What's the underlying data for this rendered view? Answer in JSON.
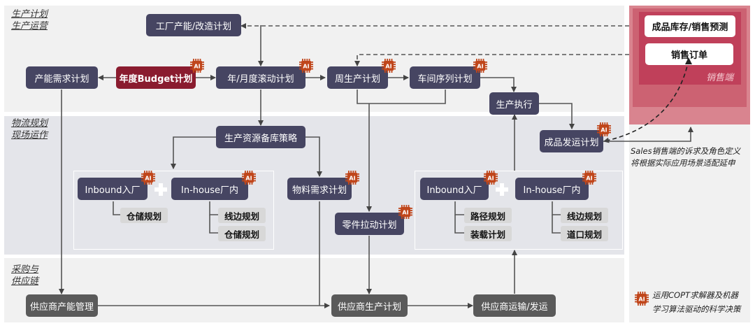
{
  "bands": [
    {
      "label_line1": "生产计划",
      "label_line2": "生产运营"
    },
    {
      "label_line1": "物流规划",
      "label_line2": "现场运作"
    },
    {
      "label_line1": "采购与",
      "label_line2": "供应链"
    }
  ],
  "nodes": {
    "factory_capacity": "工厂产能/改造计划",
    "capacity_demand": "产能需求计划",
    "annual_budget": "年度Budget计划",
    "rolling_plan": "年/月度滚动计划",
    "weekly_plan": "周生产计划",
    "workshop_sequence": "车间序列计划",
    "production_exec": "生产执行",
    "finished_shipping": "成品发运计划",
    "resource_strategy": "生产资源备库策略",
    "material_demand": "物料需求计划",
    "parts_pull": "零件拉动计划",
    "supplier_capacity": "供应商产能管理",
    "supplier_production": "供应商生产计划",
    "supplier_transport": "供应商运输/发运"
  },
  "left_group": {
    "inbound": "Inbound入厂",
    "inhouse": "In-house厂内",
    "inbound_items": [
      "仓储规划"
    ],
    "inhouse_items": [
      "线边规划",
      "仓储规划"
    ]
  },
  "right_group": {
    "inbound": "Inbound入厂",
    "inhouse": "In-house厂内",
    "inbound_items": [
      "路径规划",
      "装载计划"
    ],
    "inhouse_items": [
      "线边规划",
      "道口规划"
    ]
  },
  "sales": {
    "inventory_forecast": "成品库存/销售预测",
    "sales_order": "销售订单",
    "label": "销售端",
    "note_line1": "Sales销售端的诉求及角色定义",
    "note_line2": "将根据实际应用场景适配延申"
  },
  "legend": {
    "icon": "ai-chip-icon",
    "badge_text": "AI",
    "line1": "运用COPT求解器及机器",
    "line2": "学习算法驱动的科学决策"
  },
  "colors": {
    "node_navy": "#464562",
    "node_budget": "#8a1c2f",
    "node_supplier": "#5a5a5a",
    "ai_badge": "#c0461b",
    "sales_inner": "#c0405a"
  }
}
